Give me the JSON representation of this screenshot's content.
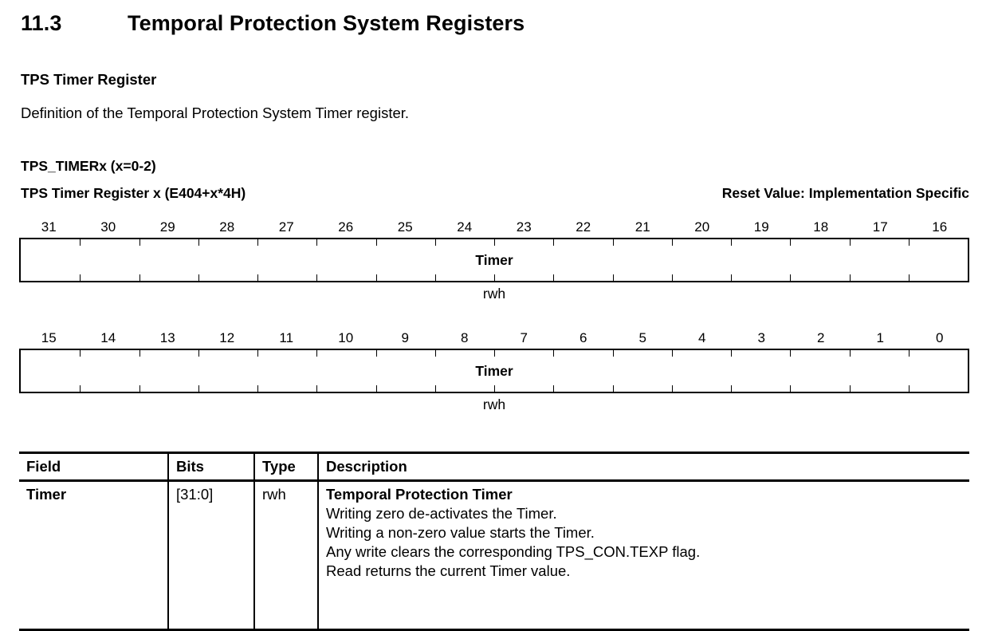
{
  "section": {
    "number": "11.3",
    "title": "Temporal Protection System Registers"
  },
  "register": {
    "short_heading": "TPS Timer Register",
    "description": "Definition of the Temporal Protection System Timer register.",
    "id": "TPS_TIMERx (x=0-2)",
    "long_name": "TPS Timer Register x (E404+x*4H)",
    "reset_value": "Reset Value: Implementation Specific"
  },
  "bit_diagram": {
    "upper": {
      "bits": [
        "31",
        "30",
        "29",
        "28",
        "27",
        "26",
        "25",
        "24",
        "23",
        "22",
        "21",
        "20",
        "19",
        "18",
        "17",
        "16"
      ],
      "field_label": "Timer",
      "access": "rwh"
    },
    "lower": {
      "bits": [
        "15",
        "14",
        "13",
        "12",
        "11",
        "10",
        "9",
        "8",
        "7",
        "6",
        "5",
        "4",
        "3",
        "2",
        "1",
        "0"
      ],
      "field_label": "Timer",
      "access": "rwh"
    }
  },
  "field_table": {
    "headers": {
      "field": "Field",
      "bits": "Bits",
      "type": "Type",
      "description": "Description"
    },
    "rows": [
      {
        "field": "Timer",
        "bits": "[31:0]",
        "type": "rwh",
        "description_lines": [
          "Temporal Protection Timer",
          "Writing zero de-activates the Timer.",
          "Writing a non-zero value starts the Timer.",
          "Any write clears the corresponding TPS_CON.TEXP flag.",
          "Read returns the current Timer value."
        ]
      }
    ]
  }
}
